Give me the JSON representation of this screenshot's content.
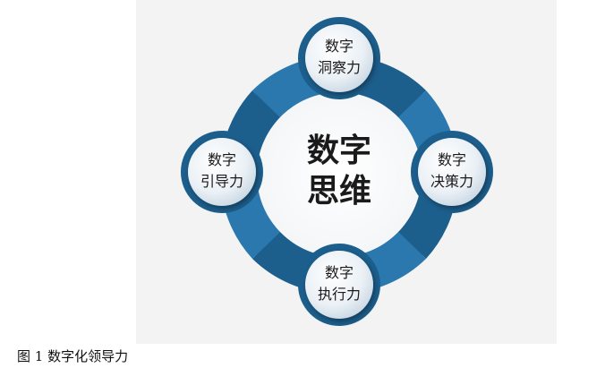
{
  "center": {
    "line1": "数字",
    "line2": "思维"
  },
  "nodes": {
    "top": {
      "line1": "数字",
      "line2": "洞察力"
    },
    "right": {
      "line1": "数字",
      "line2": "决策力"
    },
    "bottom": {
      "line1": "数字",
      "line2": "执行力"
    },
    "left": {
      "line1": "数字",
      "line2": "引导力"
    }
  },
  "caption": "图 1  数字化领导力",
  "colors": {
    "ring_dark": "#1c5e8c",
    "ring_light": "#3f9ad6",
    "node_fill": "#e2ebf2",
    "text": "#1a1a1a"
  }
}
